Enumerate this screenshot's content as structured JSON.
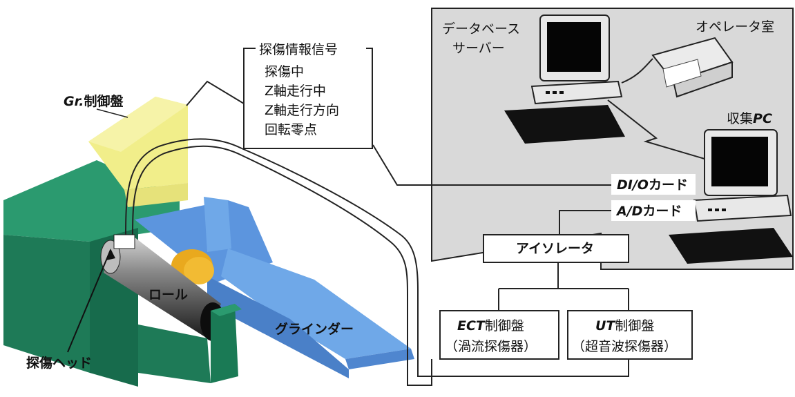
{
  "signal_box": {
    "title": "探傷情報信号",
    "items": [
      "探傷中",
      "Z軸走行中",
      "Z軸走行方向",
      "回転零点"
    ]
  },
  "gr_panel": {
    "prefix": "Gr.",
    "suffix": "制御盤"
  },
  "roll_label": "ロール",
  "grinder_label": "グラインダー",
  "head_label": "探傷ヘッド",
  "db_server_label": [
    "データベース",
    "サーバー"
  ],
  "operator_room_label": "オペレータ室",
  "collect_pc": {
    "prefix": "収集",
    "suffix": "PC"
  },
  "dio_card": {
    "prefix": "DI/O",
    "suffix": "カード"
  },
  "ad_card": {
    "prefix": "A/D",
    "suffix": "カード"
  },
  "isolator_label": "アイソレータ",
  "ect_panel": {
    "prefix": "ECT",
    "suffix": "制御盤",
    "sub": "（渦流探傷器）"
  },
  "ut_panel": {
    "prefix": "UT",
    "suffix": "制御盤",
    "sub": "（超音波探傷器）"
  },
  "colors": {
    "machine_green": "#1f8a63",
    "machine_green_dark": "#176b4c",
    "control_yellow": "#f1ee8a",
    "grinder_blue": "#6fa8e8",
    "grinder_blue_light": "#9cc6f2",
    "wheel_orange": "#e9a91e",
    "operator_area": "#d9d9d9"
  }
}
